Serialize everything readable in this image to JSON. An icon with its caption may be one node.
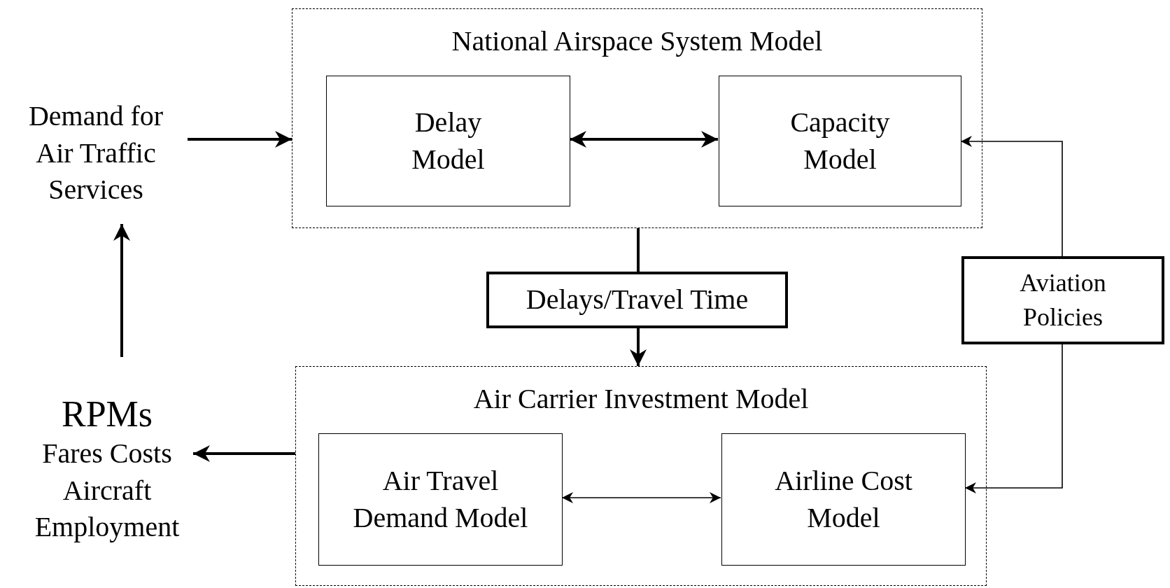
{
  "diagram": {
    "nodes": [
      {
        "text": [
          "National Airspace System Model"
        ]
      },
      {
        "text": [
          "Delay Model"
        ],
        "in": 0
      },
      {
        "text": [
          "Capacity Model"
        ],
        "in": 0
      },
      {
        "text": [
          "Demand for Air Traffic Services"
        ]
      },
      {
        "text": [
          "Delays/Travel Time"
        ]
      },
      {
        "text": [
          "Aviation Policies"
        ]
      },
      {
        "text": [
          "Air Carrier Investment Model"
        ]
      },
      {
        "text": [
          "Air Travel Demand Model"
        ],
        "in": 6
      },
      {
        "text": [
          "Airline Cost Model"
        ],
        "in": 6
      },
      {
        "text": [
          "RPMs",
          "Fares Costs Aircraft Employment"
        ]
      }
    ],
    "edges": [
      {
        "from": 3,
        "to": 0,
        "arrow": "to"
      },
      {
        "from": 1,
        "to": 2,
        "arrow": "both"
      },
      {
        "from": 0,
        "to": 4,
        "arrow": "none"
      },
      {
        "from": 4,
        "to": 6,
        "arrow": "to"
      },
      {
        "from": 5,
        "to": 2,
        "arrow": "to"
      },
      {
        "from": 5,
        "to": 8,
        "arrow": "to"
      },
      {
        "from": 7,
        "to": 8,
        "arrow": "both"
      },
      {
        "from": 6,
        "to": 9,
        "arrow": "to"
      },
      {
        "from": 9,
        "to": 3,
        "arrow": "to"
      }
    ]
  }
}
